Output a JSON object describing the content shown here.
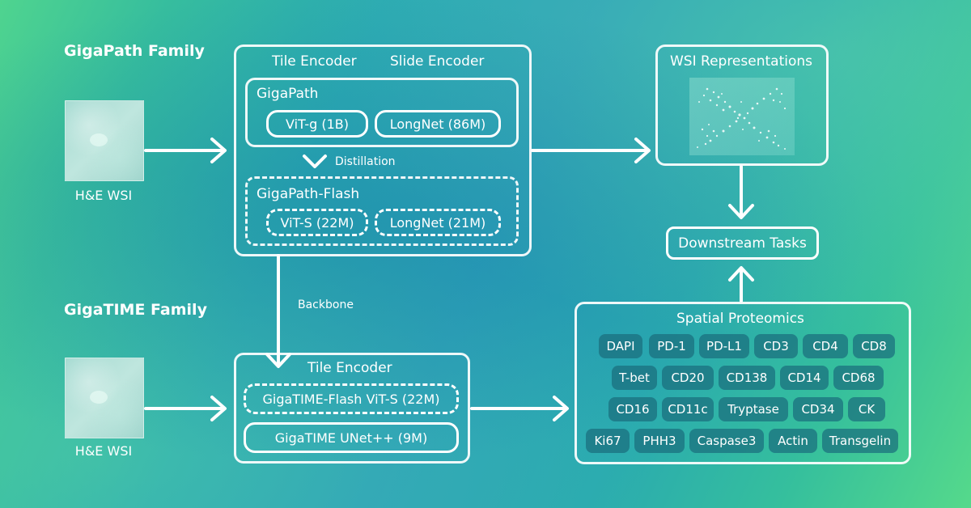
{
  "families": {
    "gigapath": "GigaPath Family",
    "gigatime": "GigaTIME Family"
  },
  "inputs": {
    "top_caption": "H&E WSI",
    "bottom_caption": "H&E WSI"
  },
  "gigapath_box": {
    "tile_encoder_header": "Tile Encoder",
    "slide_encoder_header": "Slide Encoder",
    "gigapath": {
      "title": "GigaPath",
      "tile_model": "ViT-g (1B)",
      "slide_model": "LongNet (86M)"
    },
    "distillation_label": "Distillation",
    "flash": {
      "title": "GigaPath-Flash",
      "tile_model": "ViT-S (22M)",
      "slide_model": "LongNet (21M)"
    }
  },
  "backbone_label": "Backbone",
  "gigatime_box": {
    "header": "Tile Encoder",
    "flash_model": "GigaTIME-Flash ViT-S (22M)",
    "unet_model": "GigaTIME UNet++ (9M)"
  },
  "wsi_representations": {
    "title": "WSI Representations"
  },
  "downstream_tasks": "Downstream Tasks",
  "spatial_proteomics": {
    "title": "Spatial Proteomics",
    "markers": [
      [
        "DAPI",
        "PD-1",
        "PD-L1",
        "CD3",
        "CD4",
        "CD8"
      ],
      [
        "T-bet",
        "CD20",
        "CD138",
        "CD14",
        "CD68"
      ],
      [
        "CD16",
        "CD11c",
        "Tryptase",
        "CD34",
        "CK"
      ],
      [
        "Ki67",
        "PHH3",
        "Caspase3",
        "Actin",
        "Transgelin"
      ]
    ]
  },
  "colors": {
    "line": "#ffffff",
    "chip_bg": "#1a6e7d"
  }
}
